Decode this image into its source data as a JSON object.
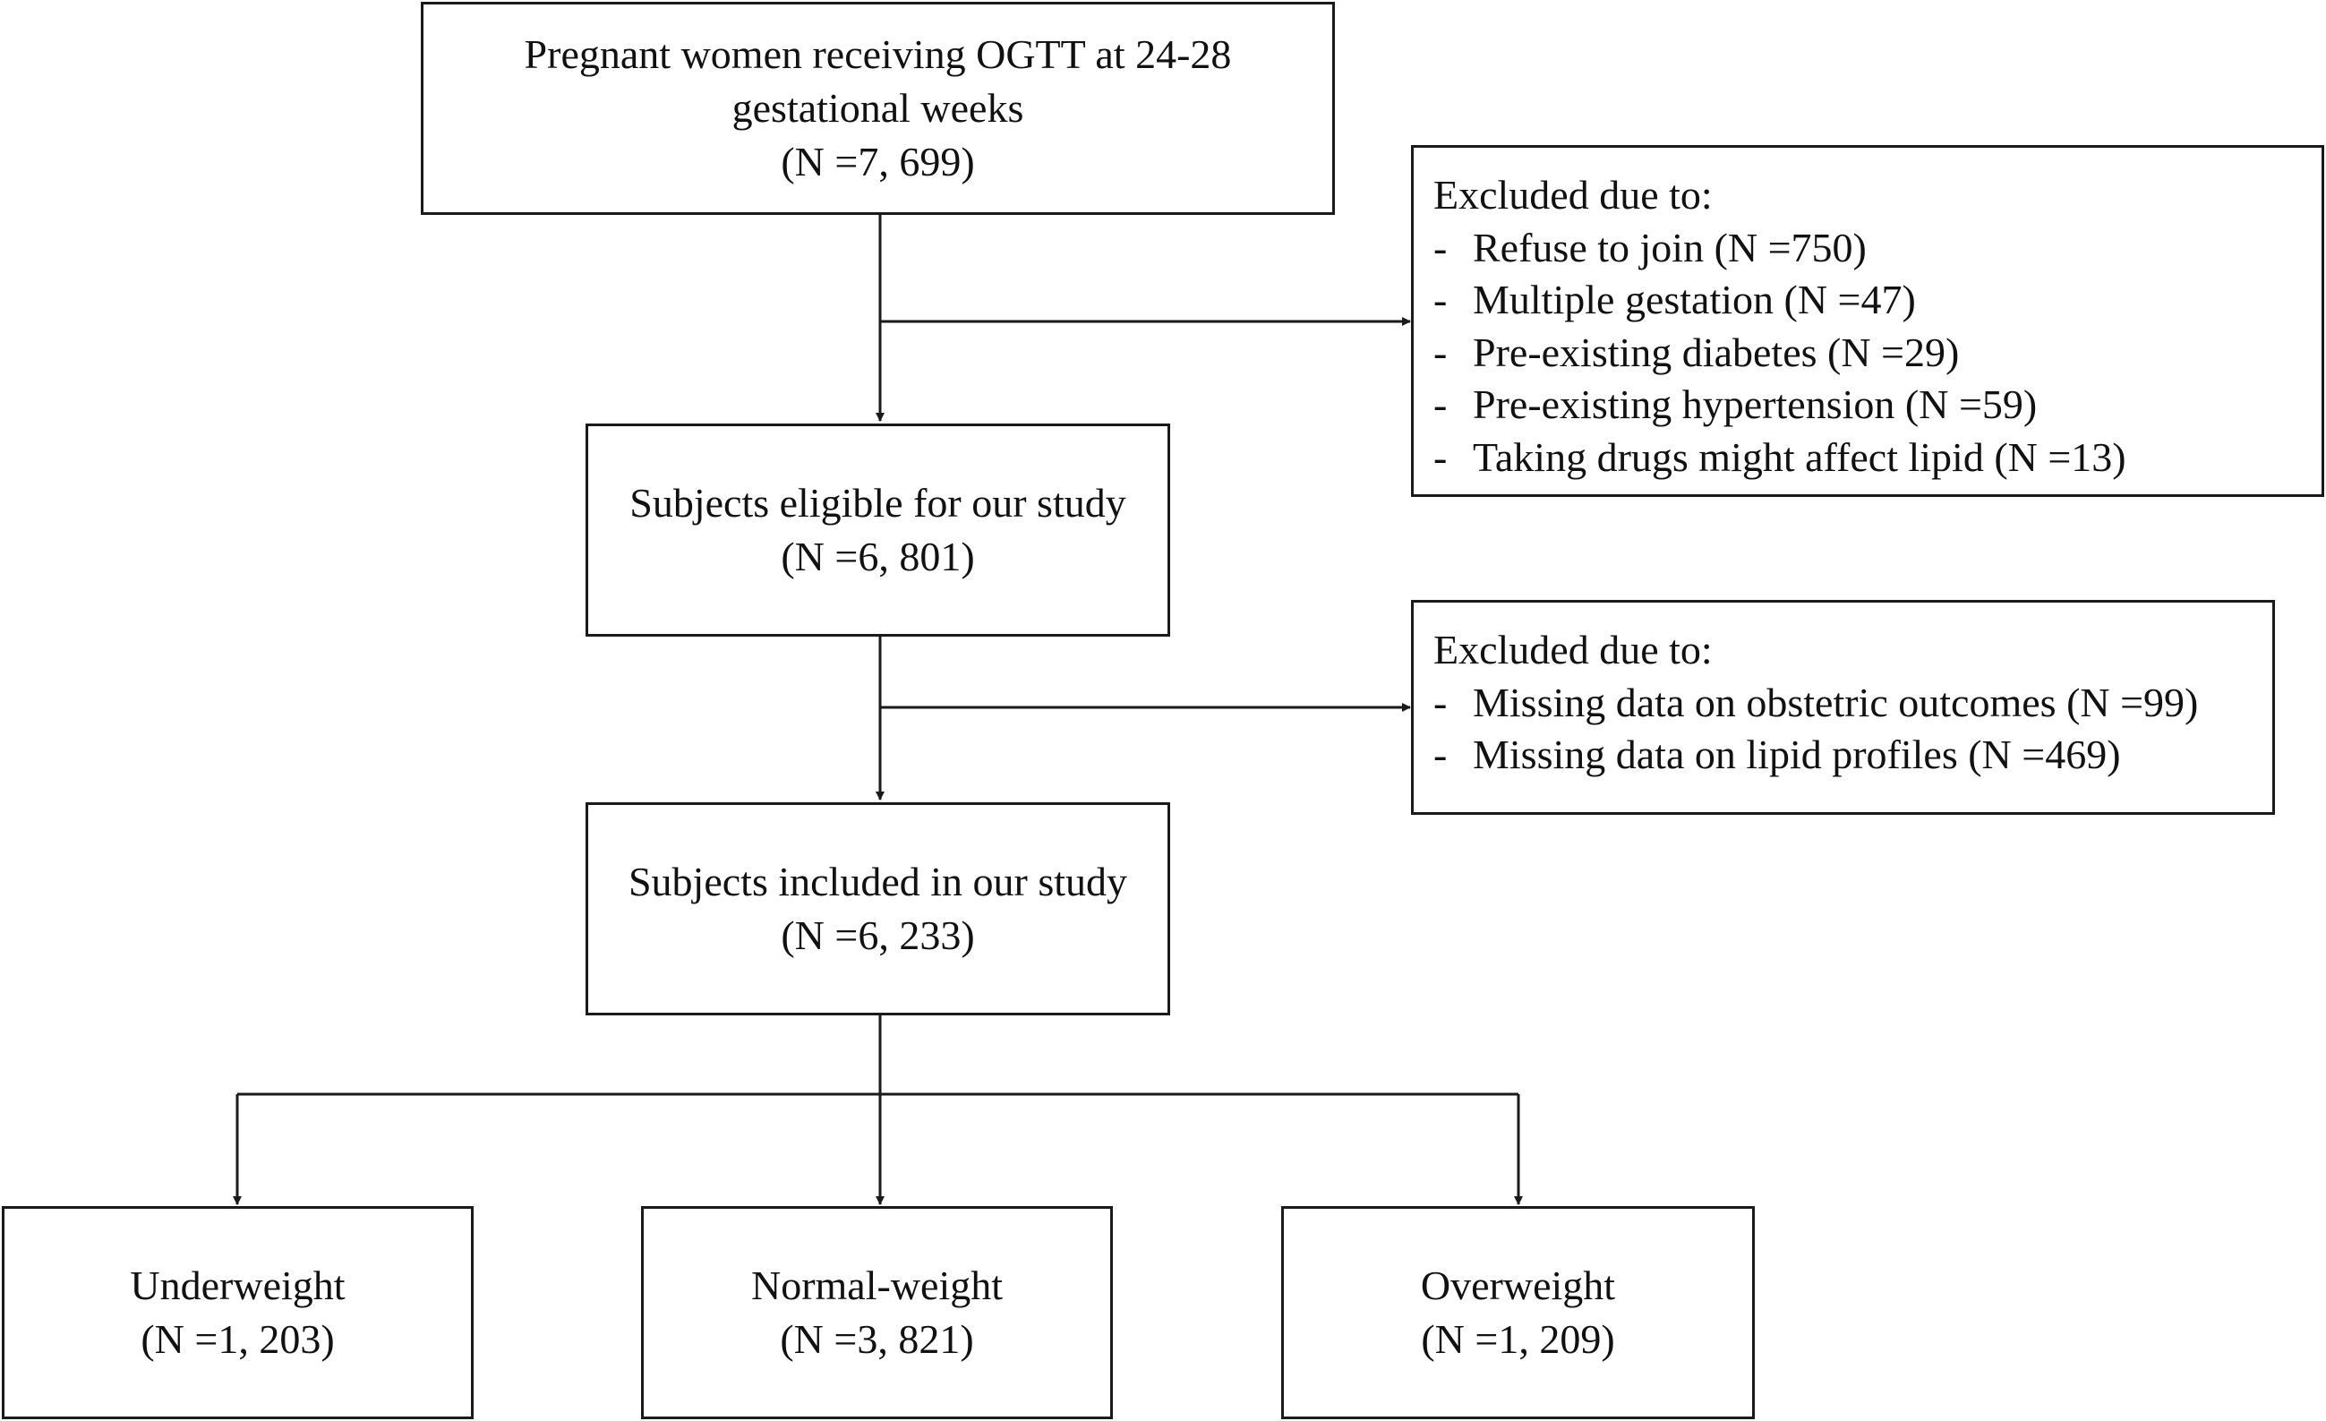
{
  "boxes": {
    "start": {
      "line1": "Pregnant women receiving OGTT at 24-28",
      "line2": "gestational weeks",
      "count": "(N =7, 699)"
    },
    "eligible": {
      "line1": "Subjects eligible for our study",
      "count": "(N =6, 801)"
    },
    "included": {
      "line1": "Subjects included in our study",
      "count": "(N =6, 233)"
    },
    "underweight": {
      "label": "Underweight",
      "count": "(N =1, 203)"
    },
    "normal": {
      "label": "Normal-weight",
      "count": "(N =3, 821)"
    },
    "overweight": {
      "label": "Overweight",
      "count": "(N =1, 209)"
    }
  },
  "exclusion1": {
    "heading": "Excluded due to:",
    "items": [
      "Refuse to join (N =750)",
      "Multiple gestation (N =47)",
      "Pre-existing diabetes (N =29)",
      "Pre-existing hypertension (N =59)",
      "Taking drugs might affect lipid (N =13)"
    ]
  },
  "exclusion2": {
    "heading": "Excluded due to:",
    "items": [
      "Missing data on obstetric outcomes (N =99)",
      "Missing data on lipid profiles (N =469)"
    ]
  },
  "bullet": "-",
  "colors": {
    "line": "#1a1a1a",
    "text": "#111111"
  }
}
